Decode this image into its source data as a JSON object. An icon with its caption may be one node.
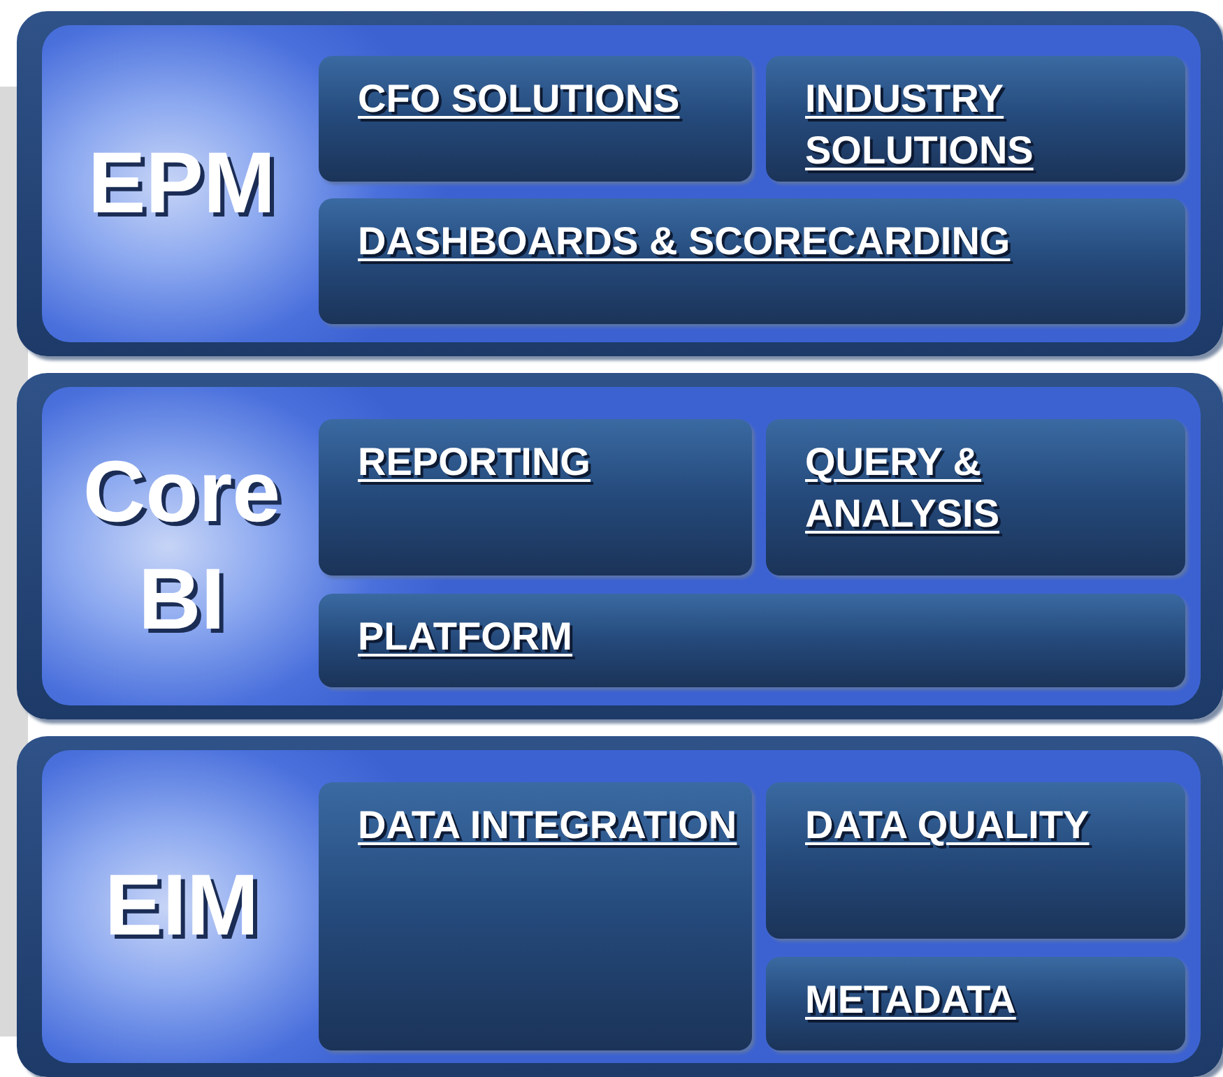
{
  "diagram": {
    "nodes": [
      {
        "text": [
          "EPM"
        ]
      },
      {
        "text": [
          "CFO SOLUTIONS"
        ],
        "in": 0
      },
      {
        "text": [
          "INDUSTRY SOLUTIONS"
        ],
        "in": 0
      },
      {
        "text": [
          "DASHBOARDS & SCORECARDING"
        ],
        "in": 0
      },
      {
        "text": [
          "Core BI"
        ]
      },
      {
        "text": [
          "REPORTING"
        ],
        "in": 4
      },
      {
        "text": [
          "QUERY & ANALYSIS"
        ],
        "in": 4
      },
      {
        "text": [
          "PLATFORM"
        ],
        "in": 4
      },
      {
        "text": [
          "EIM"
        ]
      },
      {
        "text": [
          "DATA INTEGRATION"
        ],
        "in": 8
      },
      {
        "text": [
          "DATA QUALITY"
        ],
        "in": 8
      },
      {
        "text": [
          "METADATA"
        ],
        "in": 8
      }
    ]
  }
}
